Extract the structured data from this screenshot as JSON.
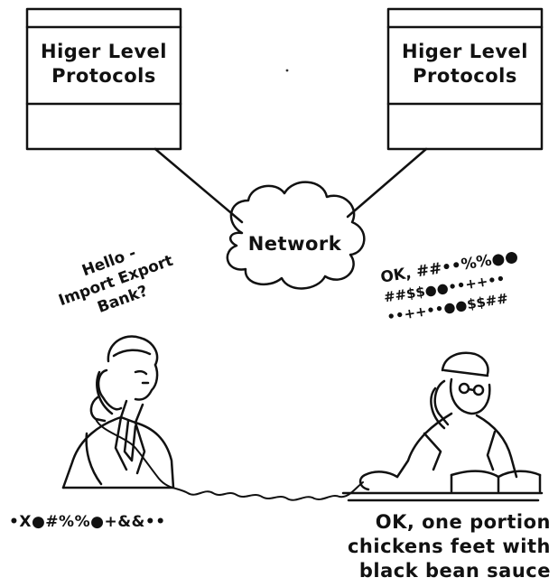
{
  "boxes": [
    {
      "line1": "Higer Level",
      "line2": "Protocols"
    },
    {
      "line1": "Higer Level",
      "line2": "Protocols"
    }
  ],
  "network": {
    "label": "Network"
  },
  "caller": {
    "speech": [
      "Hello -",
      "Import Export",
      "Bank?"
    ]
  },
  "receiver": {
    "speech": [
      "OK, ##••%%●●",
      "##$$●●••++••",
      "••++••●●$$##"
    ]
  },
  "garbled_text": "•X●#%%●+&&••",
  "reply_text": [
    "OK, one portion",
    "chickens feet with",
    "black bean sauce"
  ]
}
